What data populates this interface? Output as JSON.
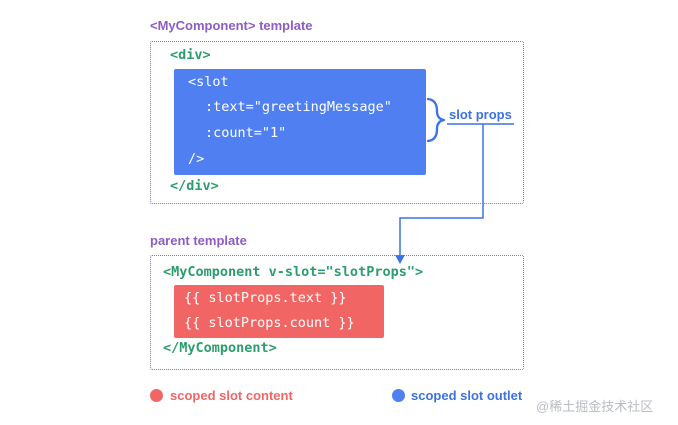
{
  "component_section": {
    "title": "<MyComponent> template",
    "div_open": "<div>",
    "slot_lines": [
      "<slot",
      ":text=\"greetingMessage\"",
      ":count=\"1\"",
      "/>"
    ],
    "div_close": "</div>"
  },
  "slot_props_label": "slot props",
  "parent_section": {
    "title": "parent template",
    "component_open": "<MyComponent v-slot=\"slotProps\">",
    "content_lines": [
      "{{ slotProps.text }}",
      "{{ slotProps.count }}"
    ],
    "component_close": "</MyComponent>"
  },
  "legend": {
    "content_label": "scoped slot content",
    "outlet_label": "scoped slot outlet",
    "content_color": "#f16565",
    "outlet_color": "#4f7ff0"
  },
  "watermark": "@稀土掘金技术社区"
}
